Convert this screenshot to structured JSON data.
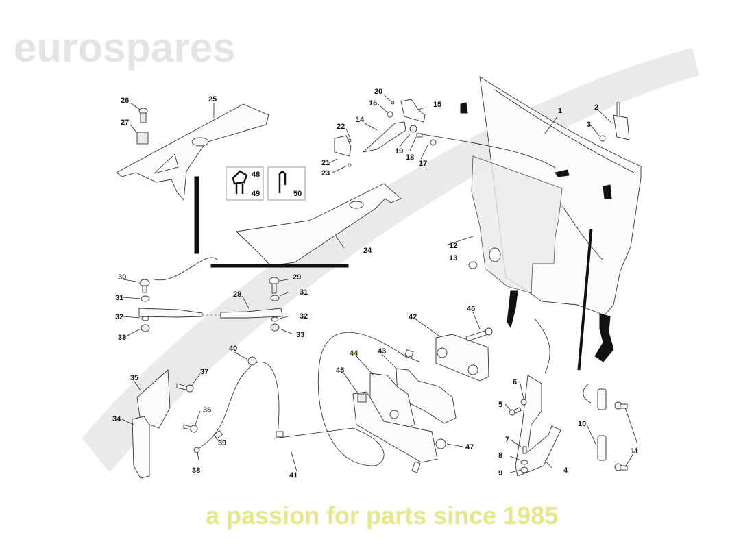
{
  "diagram": {
    "title": "Bonnet assembly exploded parts diagram",
    "watermark": {
      "brand": "eurospares",
      "tagline": "a passion for parts since 1985"
    },
    "callouts": [
      {
        "id": "1",
        "label": "1"
      },
      {
        "id": "2",
        "label": "2"
      },
      {
        "id": "3",
        "label": "3"
      },
      {
        "id": "4",
        "label": "4"
      },
      {
        "id": "5",
        "label": "5"
      },
      {
        "id": "6",
        "label": "6"
      },
      {
        "id": "7",
        "label": "7"
      },
      {
        "id": "8",
        "label": "8"
      },
      {
        "id": "9",
        "label": "9"
      },
      {
        "id": "10",
        "label": "10"
      },
      {
        "id": "11",
        "label": "11"
      },
      {
        "id": "12",
        "label": "12"
      },
      {
        "id": "13",
        "label": "13"
      },
      {
        "id": "14",
        "label": "14"
      },
      {
        "id": "15",
        "label": "15"
      },
      {
        "id": "16",
        "label": "16"
      },
      {
        "id": "17",
        "label": "17"
      },
      {
        "id": "18",
        "label": "18"
      },
      {
        "id": "19",
        "label": "19"
      },
      {
        "id": "20",
        "label": "20"
      },
      {
        "id": "21",
        "label": "21"
      },
      {
        "id": "22",
        "label": "22"
      },
      {
        "id": "23",
        "label": "23"
      },
      {
        "id": "24",
        "label": "24"
      },
      {
        "id": "25",
        "label": "25"
      },
      {
        "id": "26",
        "label": "26"
      },
      {
        "id": "27",
        "label": "27"
      },
      {
        "id": "28",
        "label": "28"
      },
      {
        "id": "29",
        "label": "29"
      },
      {
        "id": "30",
        "label": "30"
      },
      {
        "id": "31a",
        "label": "31"
      },
      {
        "id": "31b",
        "label": "31"
      },
      {
        "id": "32a",
        "label": "32"
      },
      {
        "id": "32b",
        "label": "32"
      },
      {
        "id": "33a",
        "label": "33"
      },
      {
        "id": "33b",
        "label": "33"
      },
      {
        "id": "34",
        "label": "34"
      },
      {
        "id": "35",
        "label": "35"
      },
      {
        "id": "36",
        "label": "36"
      },
      {
        "id": "37",
        "label": "37"
      },
      {
        "id": "38",
        "label": "38"
      },
      {
        "id": "39",
        "label": "39"
      },
      {
        "id": "40",
        "label": "40"
      },
      {
        "id": "41",
        "label": "41"
      },
      {
        "id": "42",
        "label": "42"
      },
      {
        "id": "43",
        "label": "43"
      },
      {
        "id": "44",
        "label": "44"
      },
      {
        "id": "45",
        "label": "45"
      },
      {
        "id": "46",
        "label": "46"
      },
      {
        "id": "47",
        "label": "47"
      }
    ],
    "inset_boxes": [
      {
        "name": "seal-profile",
        "labels": [
          "48",
          "49"
        ]
      },
      {
        "name": "seal-clip",
        "labels": [
          "50"
        ]
      }
    ]
  }
}
